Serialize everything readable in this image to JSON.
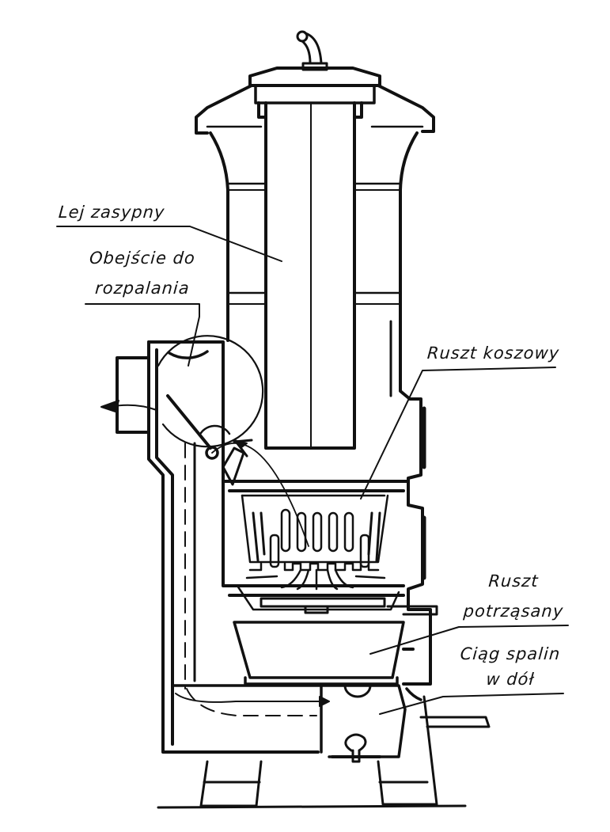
{
  "diagram": {
    "type": "technical cross-section drawing",
    "subject": "stove / boiler with basket grate",
    "colors": {
      "ink": "#111111",
      "paper": "#ffffff"
    },
    "labels": [
      {
        "id": "lej-zasypny",
        "lines": [
          "Lej zasypny"
        ],
        "side": "left"
      },
      {
        "id": "obejscie-do-rozpalania",
        "lines": [
          "Obejście do",
          "rozpalania"
        ],
        "side": "left"
      },
      {
        "id": "ruszt-koszowy",
        "lines": [
          "Ruszt koszowy"
        ],
        "side": "right"
      },
      {
        "id": "ruszt-potrzasany",
        "lines": [
          "Ruszt",
          "potrząsany"
        ],
        "side": "right"
      },
      {
        "id": "ciag-spalin-w-dol",
        "lines": [
          "Ciąg spalin",
          "w dół"
        ],
        "side": "right"
      }
    ],
    "parts": [
      "lid-handle",
      "lid",
      "feed-hopper",
      "outer-casing",
      "flue-outlet",
      "bypass-damper",
      "basket-grate",
      "shaking-grate",
      "ash-pan",
      "downdraft-channel",
      "bottom-cleanout",
      "shaker-lever",
      "feet"
    ]
  }
}
